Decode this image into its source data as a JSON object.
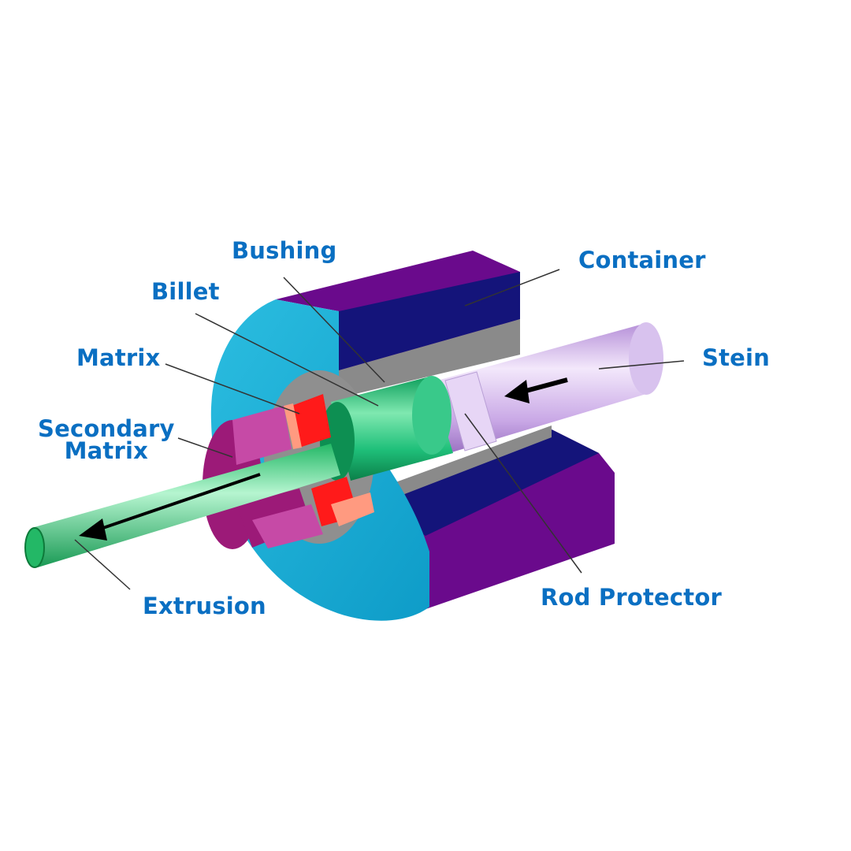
{
  "diagram": {
    "label_color": "#0a6fc2",
    "colors": {
      "container_face": "#1fb0d8",
      "container_body": "#6a0a8c",
      "container_liner": "#1a1a7a",
      "billet": "#1fc07a",
      "stem": "#c9a8e6",
      "matrix": "#ff1a1a",
      "secondary_matrix": "#9c1a78",
      "extrusion": "#2fcf70"
    },
    "labels": {
      "bushing": "Bushing",
      "container": "Container",
      "billet": "Billet",
      "stein": "Stein",
      "matrix": "Matrix",
      "secondary_matrix_line1": "Secondary",
      "secondary_matrix_line2": "Matrix",
      "extrusion": "Extrusion",
      "rod_protector": "Rod Protector"
    }
  }
}
